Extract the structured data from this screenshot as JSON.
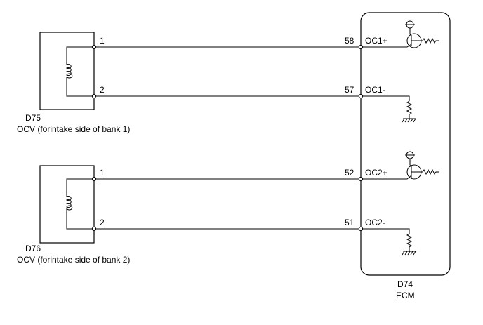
{
  "components": {
    "d75": {
      "code": "D75",
      "name": "OCV (forintake side of bank 1)"
    },
    "d76": {
      "code": "D76",
      "name": "OCV (forintake side of bank 2)"
    },
    "ecm": {
      "code": "D74",
      "name": "ECM"
    }
  },
  "wires": [
    {
      "from_pin": "1",
      "to_pin": "58",
      "signal": "OC1+"
    },
    {
      "from_pin": "2",
      "to_pin": "57",
      "signal": "OC1-"
    },
    {
      "from_pin": "1",
      "to_pin": "52",
      "signal": "OC2+"
    },
    {
      "from_pin": "2",
      "to_pin": "51",
      "signal": "OC2-"
    }
  ]
}
